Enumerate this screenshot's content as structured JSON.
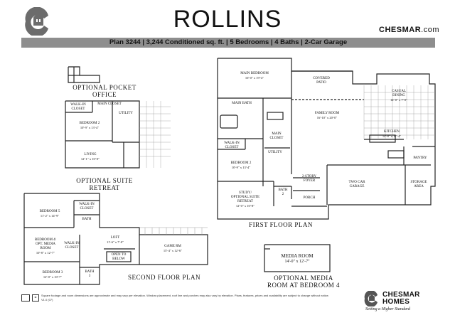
{
  "header": {
    "title": "ROLLINS",
    "brand": "CHESMAR",
    "brand_suffix": ".com",
    "specs": "Plan 3244 | 3,244 Conditioned sq. ft. | 5 Bedrooms | 4 Baths | 2-Car Garage"
  },
  "captions": {
    "pocket_office": "OPTIONAL POCKET\nOFFICE",
    "suite_retreat": "OPTIONAL SUITE\nRETREAT",
    "second_floor": "SECOND FLOOR PLAN",
    "first_floor": "FIRST FLOOR PLAN",
    "media_room": "OPTIONAL MEDIA\nROOM AT BEDROOM 4"
  },
  "rooms": {
    "main_bedroom": {
      "name": "MAIN BEDROOM",
      "dims": "16'-0\" x 19'-4\""
    },
    "covered_patio": {
      "name": "COVERED\nPATIO",
      "dims": ""
    },
    "casual_dining": {
      "name": "CASUAL\nDINING",
      "dims": "14'-0\" x 7'-0\""
    },
    "main_bath": {
      "name": "MAIN BATH",
      "dims": ""
    },
    "family_room": {
      "name": "FAMILY ROOM",
      "dims": "16'-10\" x 20'-0\""
    },
    "kitchen": {
      "name": "KITCHEN",
      "dims": "14'-8\" x 17'-4\""
    },
    "main_closet": {
      "name": "MAIN\nCLOSET",
      "dims": ""
    },
    "walk_in_closet_1": {
      "name": "WALK-IN\nCLOSET",
      "dims": ""
    },
    "utility_1": {
      "name": "UTILITY",
      "dims": ""
    },
    "bedroom2_first": {
      "name": "BEDROOM 2",
      "dims": "10'-9\" x 13'-4\""
    },
    "two_story_foyer": {
      "name": "2-STORY\nFOYER",
      "dims": ""
    },
    "two_car_garage": {
      "name": "TWO CAR\nGARAGE",
      "dims": ""
    },
    "storage_area": {
      "name": "STORAGE\nAREA",
      "dims": ""
    },
    "pantry": {
      "name": "PANTRY",
      "dims": ""
    },
    "study": {
      "name": "STUDY/\nOPTIONAL SUITE\nRETREAT",
      "dims": "12'-0\" x 10'-8\""
    },
    "bath2": {
      "name": "BATH\n2",
      "dims": ""
    },
    "porch": {
      "name": "PORCH",
      "dims": ""
    },
    "bedroom2_opt": {
      "name": "BEDROOM 2",
      "dims": "10'-9\" x 13'-4\""
    },
    "main_closet_opt": {
      "name": "MAIN CLOSET",
      "dims": ""
    },
    "utility_opt": {
      "name": "UTILITY",
      "dims": ""
    },
    "living_opt": {
      "name": "LIVING",
      "dims": "12'-1\" x 10'-0\""
    },
    "walk_in_opt": {
      "name": "WALK-IN\nCLOSET",
      "dims": ""
    },
    "bedroom5": {
      "name": "BEDROOM 5",
      "dims": "11'-2\" x 14'-9\""
    },
    "bath_second": {
      "name": "BATH",
      "dims": ""
    },
    "walk_in_second": {
      "name": "WALK-IN\nCLOSET",
      "dims": ""
    },
    "bedroom4": {
      "name": "BEDROOM 4/\nOPT. MEDIA\nROOM",
      "dims": "10'-8\" x 12'-7\""
    },
    "walk_in_second2": {
      "name": "WALK-IN\nCLOSET",
      "dims": ""
    },
    "loft": {
      "name": "LOFT",
      "dims": "11'-6\" x 7'-0\""
    },
    "game_rm": {
      "name": "GAME RM",
      "dims": "15'-4\" x 12'-6\""
    },
    "open_to_below": {
      "name": "OPEN TO\nBELOW",
      "dims": ""
    },
    "bedroom3": {
      "name": "BEDROOM 3",
      "dims": "12'-0\" x 10'-7\""
    },
    "bath3": {
      "name": "BATH\n3",
      "dims": ""
    },
    "media_room": {
      "name": "MEDIA ROOM",
      "dims": "14'-0\" x 12'-7\""
    }
  },
  "footer": {
    "disclaimer": "Square footage and room dimensions are approximate and may vary per elevation. Window placement, roof line and porches may also vary by elevation. Plans, features, prices and availability are subject to change without notice. V1.0 (07)",
    "brand_line1": "CHESMAR",
    "brand_line2": "HOMES",
    "tagline": "Setting a Higher Standard",
    "equal_housing": "="
  }
}
